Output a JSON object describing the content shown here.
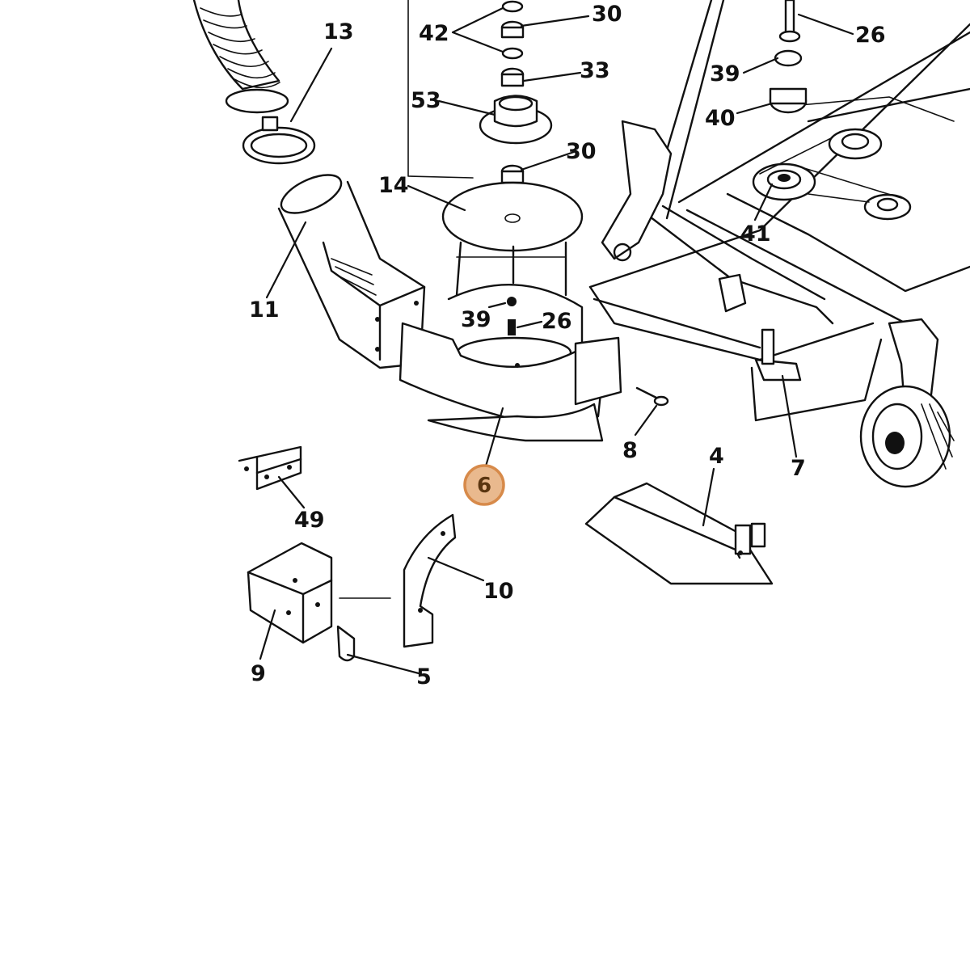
{
  "diagram": {
    "highlight_color": "#e9b98e",
    "highlight_stroke": "#d78a4a",
    "highlighted_part": "6",
    "labels": {
      "p13": "13",
      "p42": "42",
      "p30a": "30",
      "p33": "33",
      "p53": "53",
      "p30b": "30",
      "p14": "14",
      "p11": "11",
      "p39a": "39",
      "p26a": "26",
      "p6": "6",
      "p26b": "26",
      "p39b": "39",
      "p40": "40",
      "p41": "41",
      "p8": "8",
      "p7": "7",
      "p4": "4",
      "p49": "49",
      "p10": "10",
      "p9": "9",
      "p5": "5"
    }
  }
}
